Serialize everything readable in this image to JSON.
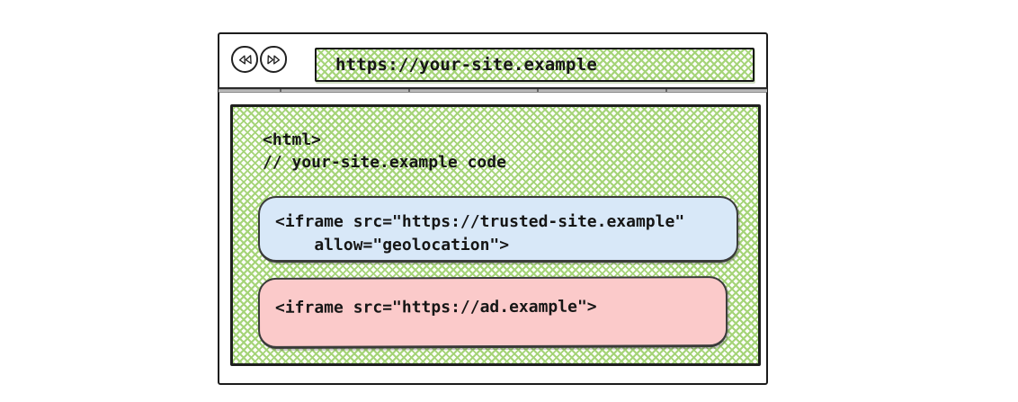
{
  "colors": {
    "hatch_green_stroke": "#a5d478",
    "trusted_iframe_fill": "#d8e8f8",
    "ad_iframe_fill": "#fbcaca",
    "outline_dark": "#1c1c1c"
  },
  "browser_window": {
    "toolbar": {
      "back_button": {
        "icon": "double-left-arrow-icon"
      },
      "forward_button": {
        "icon": "double-right-arrow-icon"
      },
      "address_bar": {
        "url": "https://your-site.example"
      }
    },
    "page": {
      "code_line_1": "<html>",
      "code_line_2": "// your-site.example code",
      "iframes": [
        {
          "name": "trusted-site-iframe",
          "fill": "#d8e8f8",
          "code": "<iframe src=\"https://trusted-site.example\"\n    allow=\"geolocation\">"
        },
        {
          "name": "ad-iframe",
          "fill": "#fbcaca",
          "code": "<iframe src=\"https://ad.example\">"
        }
      ]
    }
  }
}
